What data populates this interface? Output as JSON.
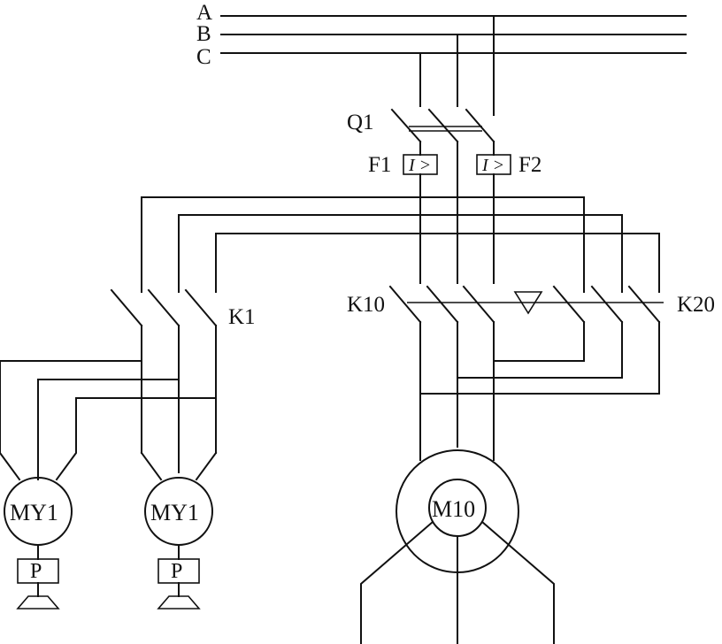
{
  "buses": {
    "a": "A",
    "b": "B",
    "c": "C"
  },
  "components": {
    "breaker": "Q1",
    "relay_left": "F1",
    "relay_right": "F2",
    "relay_symbol": "I >",
    "contactor_aux": "K1",
    "contactor_main": "K10",
    "contactor_rev": "K20"
  },
  "motors": {
    "aux_1": "MY1",
    "aux_2": "MY1",
    "main": "M10",
    "pump_label": "P"
  }
}
